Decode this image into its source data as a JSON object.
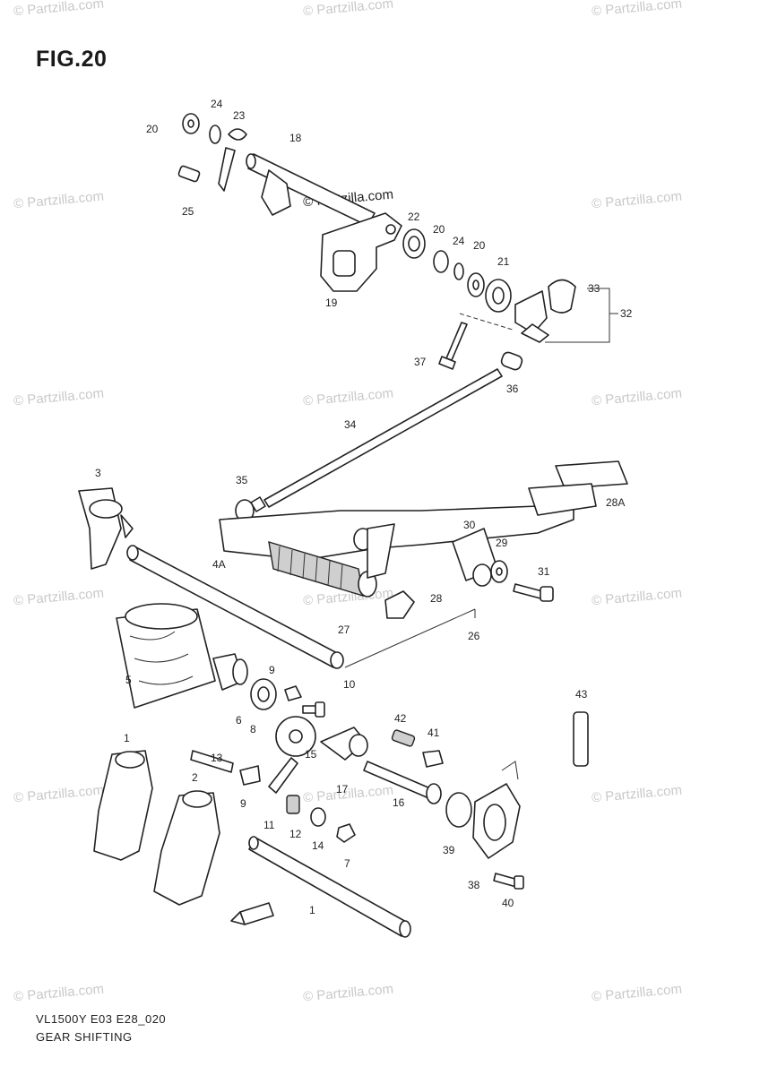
{
  "figure": {
    "title": "FIG.20",
    "model_code": "VL1500Y E03 E28_020",
    "section_name": "GEAR SHIFTING"
  },
  "watermark": {
    "text": "© Partzilla.com",
    "main_text": "© Partzilla.com"
  },
  "callouts": [
    "20",
    "24",
    "23",
    "18",
    "25",
    "22",
    "20",
    "24",
    "20",
    "21",
    "33",
    "32",
    "19",
    "37",
    "36",
    "34",
    "3",
    "35",
    "28A",
    "4A",
    "30",
    "29",
    "31",
    "28",
    "27",
    "26",
    "5",
    "9",
    "10",
    "43",
    "6",
    "8",
    "13",
    "42",
    "41",
    "15",
    "1",
    "2",
    "17",
    "9",
    "16",
    "11",
    "12",
    "14",
    "39",
    "7",
    "38",
    "40",
    "1"
  ],
  "colors": {
    "ink": "#222222",
    "watermark": "#c9c9c9",
    "background": "#ffffff"
  }
}
